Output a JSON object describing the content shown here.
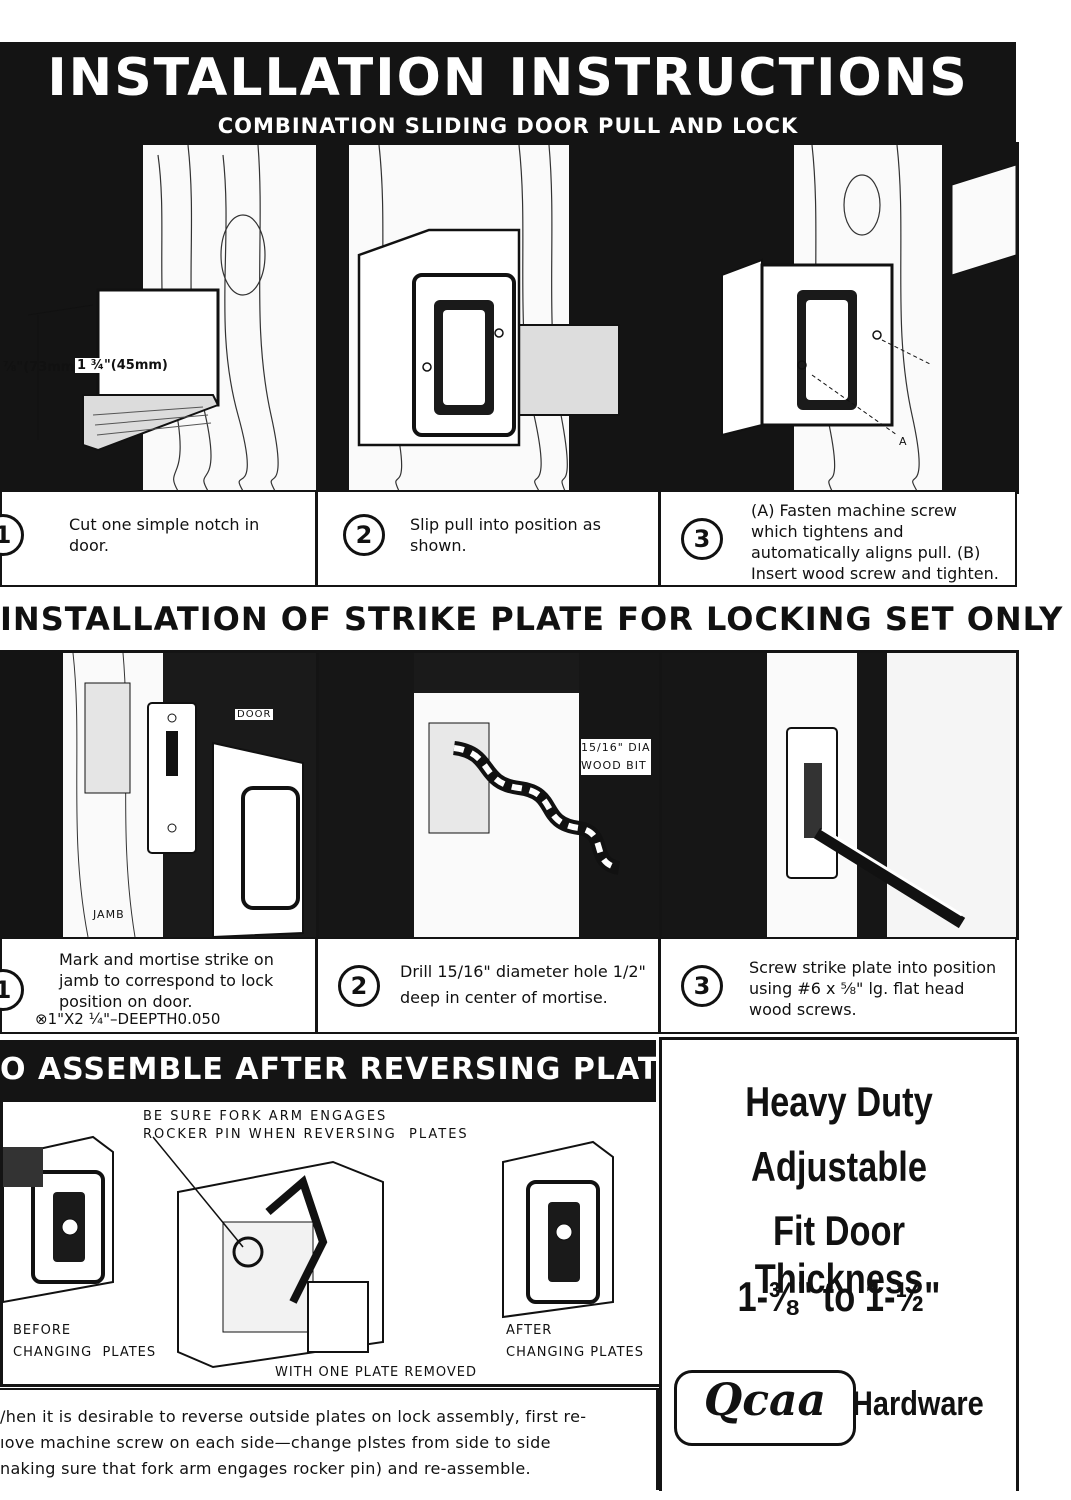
{
  "title": {
    "main": "INSTALLATION INSTRUCTIONS",
    "subtitle": "COMBINATION SLIDING DOOR PULL AND LOCK"
  },
  "section1": {
    "dimension_left": "⅞\"(73mm)",
    "dimension_right": "1 ¾\"(45mm)",
    "steps": [
      {
        "num": "1",
        "text": "Cut one simple notch in door."
      },
      {
        "num": "2",
        "text": "Slip pull into position as shown."
      },
      {
        "num": "3",
        "text": "(A)  Fasten machine screw which tightens and automatically aligns pull.  (B)  Insert wood screw and tighten."
      }
    ],
    "label_a": "A"
  },
  "section2": {
    "heading": "INSTALLATION OF  STRIKE  PLATE  FOR LOCKING  SET ONLY",
    "label_door": "DOOR",
    "label_jamb": "JAMB",
    "label_bit": "15/16\" DIA\nWOOD BIT",
    "steps": [
      {
        "num": "1",
        "text": "Mark and mortise strike on jamb to correspond to lock position on door.",
        "note": "⊗1\"X2 ¼\"–DEEPTH0.050"
      },
      {
        "num": "2",
        "text": "Drill 15/16\" diameter hole 1/2\" deep in center of mortise."
      },
      {
        "num": "3",
        "text": "Screw strike plate into position  using #6 x  ⅝\"  lg. flat head wood screws."
      }
    ]
  },
  "section3": {
    "heading": "O ASSEMBLE AFTER REVERSING PLATES",
    "fork_note": "BE SURE FORK ARM ENGAGES\nROCKER PIN WHEN REVERSING  PLATES",
    "before": "BEFORE\nCHANGING  PLATES",
    "after": "AFTER\nCHANGING PLATES",
    "removed": "WITH  ONE  PLATE  REMOVED",
    "body": "/hen it is desirable to reverse outside plates on lock assembly, first re-\nıove machine screw on each side—change plstes from side to side\nnaking sure that fork arm engages rocker pin) and re-assemble."
  },
  "promo": {
    "line1": "Heavy Duty",
    "line2": "Adjustable",
    "line3": "Fit Door Thickness",
    "line4": "1-⅜\" to 1-½\"",
    "brand_script": "Qcaa",
    "brand_word": "Hardware"
  }
}
